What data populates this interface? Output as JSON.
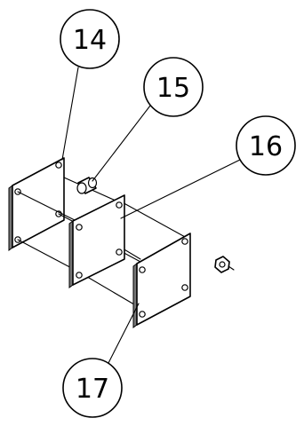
{
  "callouts": [
    {
      "id": "14",
      "label": "14"
    },
    {
      "id": "15",
      "label": "15"
    },
    {
      "id": "16",
      "label": "16"
    },
    {
      "id": "17",
      "label": "17"
    }
  ],
  "colors": {
    "line": "#000000",
    "background": "#ffffff",
    "edge_shading": "#777777"
  }
}
